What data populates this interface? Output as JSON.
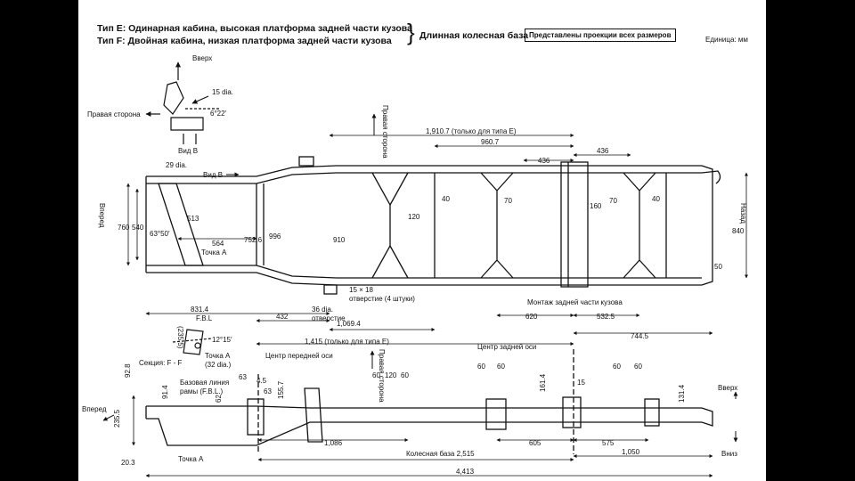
{
  "header": {
    "type_e": "Тип E:  Одинарная кабина, высокая платформа задней части кузова",
    "type_f": "Тип F:  Двойная кабина, низкая платформа задней части кузова",
    "wheelbase": "Длинная колесная база",
    "projections_note": "Представлены проекции всех размеров",
    "unit": "Единица: мм"
  },
  "detail_view_b": {
    "up": "Вверх",
    "right_side": "Правая сторона",
    "hole_dia": "15 dia.",
    "angle": "6°22′",
    "view_label": "Вид B"
  },
  "top_view": {
    "hole_29": "29 dia.",
    "view_b_arrow": "Вид B",
    "forward": "Вперед",
    "rear": "Назад",
    "right_side_marker": "Правая сторона",
    "dims": {
      "d1910": "1,910.7 (только для типа E)",
      "d960": "960.7",
      "d436a": "436",
      "d436b": "436",
      "d40a": "40",
      "d40b": "40",
      "d120": "120",
      "d70a": "70",
      "d70b": "70",
      "d160": "160",
      "d513": "513",
      "d540": "540",
      "d760": "760",
      "d752": "752.6",
      "d996": "996",
      "d910": "910",
      "d840": "840",
      "d50": "50",
      "d564": "564",
      "angle63": "63°50′",
      "d831": "831.4",
      "d432": "432",
      "d1069": "1,069.4",
      "d620": "620",
      "d532": "532.5",
      "d744": "744.5",
      "d1415": "1,415 (только для типа E)"
    },
    "point_a": "Точка A",
    "slot_size": "15 × 18",
    "slot_desc": "отверстие (4 штуки)",
    "hole_36": "36 dia.",
    "hole_36_desc": "отверстие",
    "body_mount": "Монтаж задней части кузова"
  },
  "section_ff": {
    "fbl": "F.B.L",
    "d235": "(235.5)",
    "angle": "12°15′",
    "label": "Секция:  F - F",
    "point_a": "Точка A",
    "point_a_dia": "(32 dia.)"
  },
  "side_view": {
    "front_axle": "Центр передней оси",
    "rear_axle": "Центр задней оси",
    "fbl_line1": "Базовая линия",
    "fbl_line2": "рамы (F.B.L.)",
    "right_side_marker": "Правая сторона",
    "forward": "Вперед",
    "up": "Вверх",
    "down": "Вниз",
    "point_a": "Точка A",
    "dims": {
      "d928": "92.8",
      "d914": "91.4",
      "d235": "235.5",
      "d62": "62",
      "d63a": "63",
      "d63b": "63",
      "d45": "4.5",
      "d1557": "155.7",
      "d60a": "60",
      "d120": "120",
      "d60b": "60",
      "d60c": "60",
      "d60d": "60",
      "d60e": "60",
      "d60f": "60",
      "d1614": "161.4",
      "d15": "15",
      "d1314": "131.4",
      "d1086": "1,086",
      "d2515": "Колесная база 2,515",
      "d605": "605",
      "d575": "575",
      "d1050": "1,050",
      "d4413": "4,413",
      "d203": "20.3"
    }
  }
}
